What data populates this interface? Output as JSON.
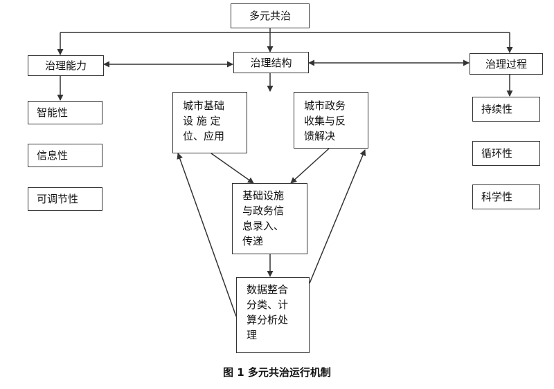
{
  "diagram": {
    "root": "多元共治",
    "left_header": "治理能力",
    "center_header": "治理结构",
    "right_header": "治理过程",
    "left_items": [
      "智能性",
      "信息性",
      "可调节性"
    ],
    "right_items": [
      "持续性",
      "循环性",
      "科学性"
    ],
    "node_infrastructure": "城市基础\n设 施 定\n位、应用",
    "node_affairs": "城市政务\n收集与反\n馈解决",
    "node_input": "基础设施\n与政务信\n息录入、\n传递",
    "node_process": "数据整合\n分类、计\n算分析处\n理"
  },
  "caption": "图 1   多元共治运行机制"
}
